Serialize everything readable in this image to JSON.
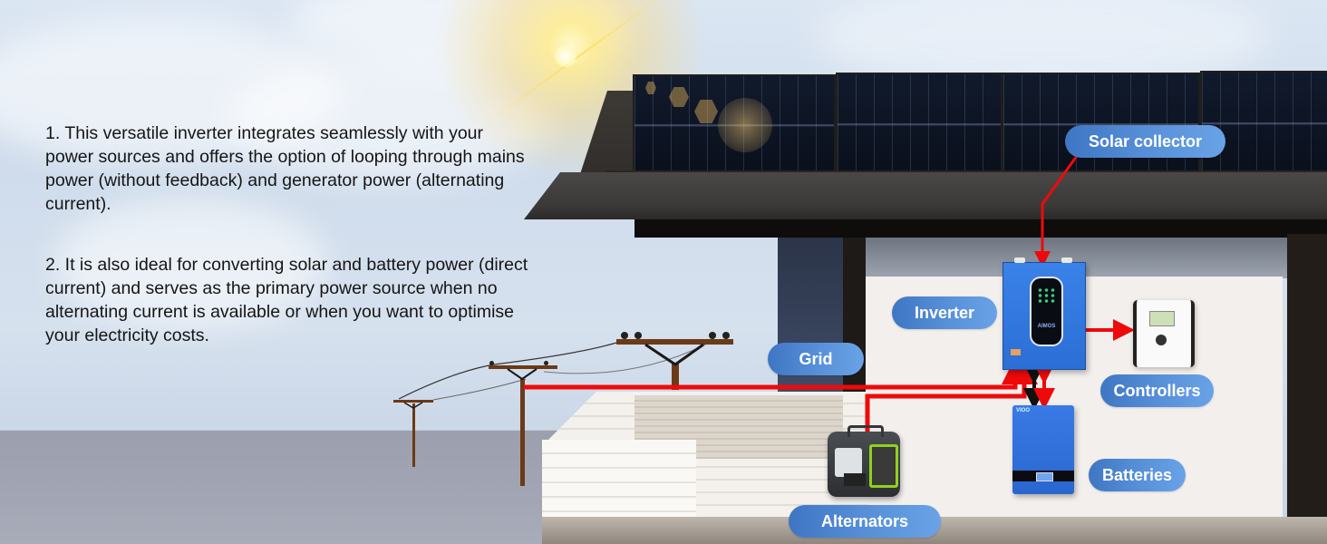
{
  "description": {
    "point1": "1. This versatile inverter integrates seamlessly with your power sources and offers the option of looping through mains power (without feedback) and generator power (alternating current).",
    "point2": "2. It is also ideal for converting solar and battery power (direct current) and serves as the primary power source when no alternating current is available or when you want to optimise your electricity costs."
  },
  "labels": {
    "solar_collector": "Solar collector",
    "inverter": "Inverter",
    "grid": "Grid",
    "controllers": "Controllers",
    "batteries": "Batteries",
    "alternators": "Alternators"
  },
  "devices": {
    "inverter_brand": "AIMOS",
    "battery_brand": "VIOO"
  },
  "colors": {
    "wire": "#ee0a0a",
    "wire_dc": "#111111",
    "label_pill": "#4f86d2",
    "label_text": "#ffffff"
  }
}
